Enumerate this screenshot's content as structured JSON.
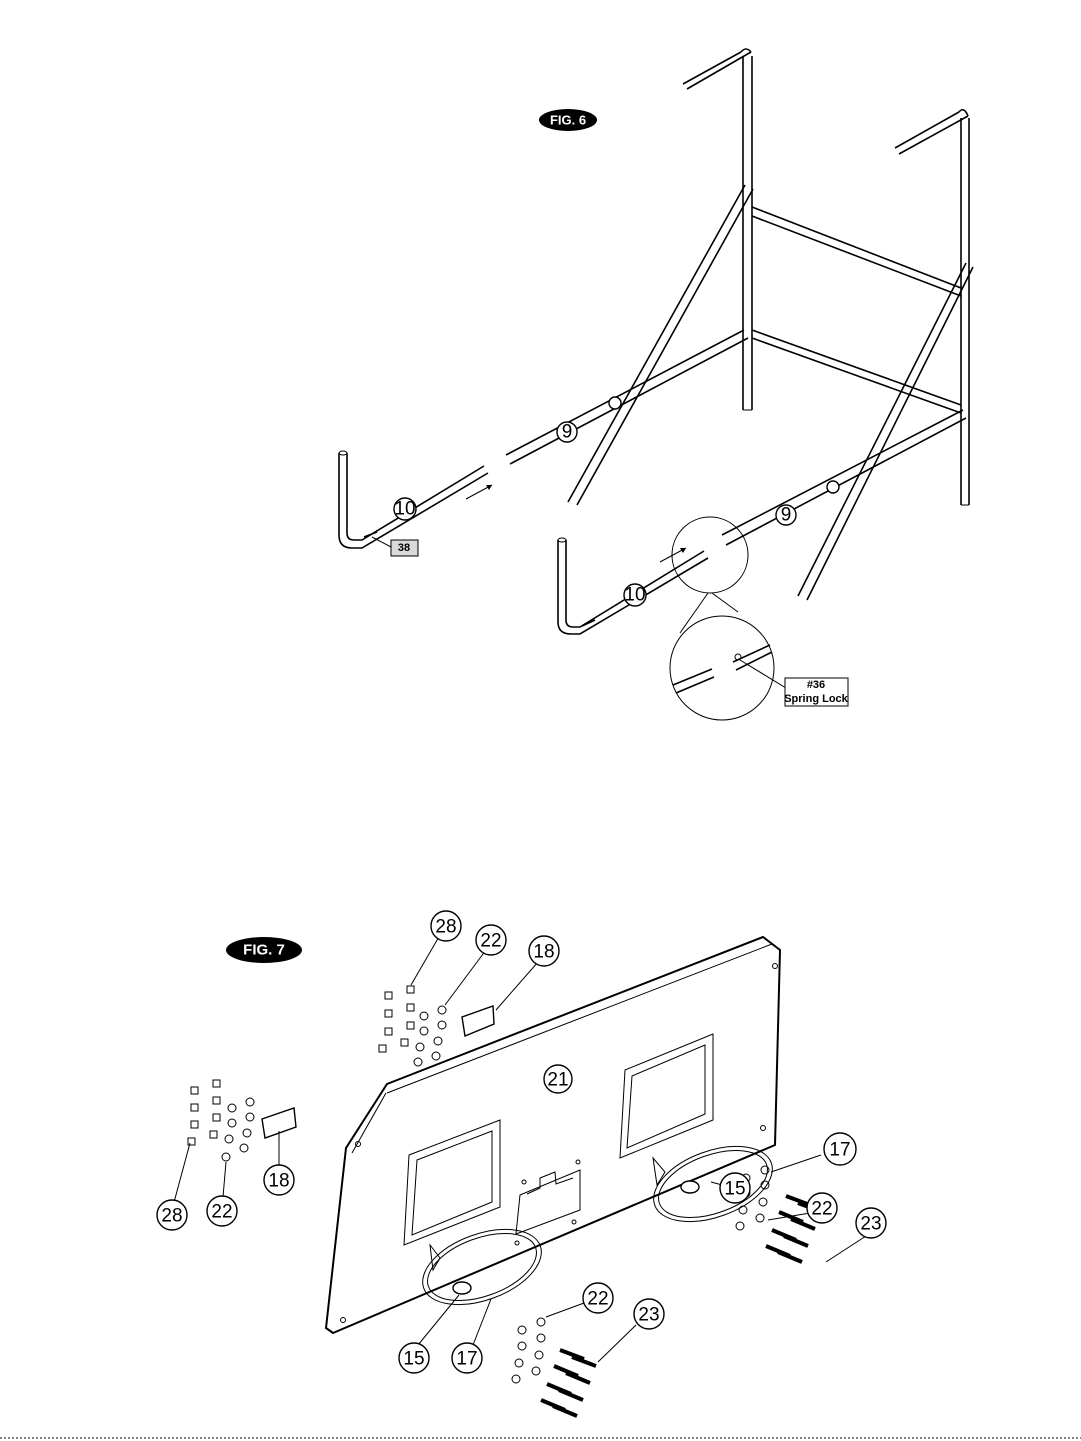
{
  "fig6": {
    "title": "FIG. 6",
    "callouts": {
      "tube_9_left": "9",
      "tube_9_right": "9",
      "tube_10_left": "10",
      "tube_10_right": "10"
    },
    "part_38_label": "38",
    "spring_lock_part": "#36",
    "spring_lock_name": "Spring Lock"
  },
  "fig7": {
    "title": "FIG. 7",
    "callouts": {
      "backboard": "21",
      "hardware_top_nut": "28",
      "hardware_top_washer": "22",
      "hardware_top_plate": "18",
      "hardware_left_plate": "18",
      "hardware_left_nut": "28",
      "hardware_left_washer": "22",
      "rim_right": "17",
      "net_ring_right": "15",
      "washer_right": "22",
      "bolt_right": "23",
      "washer_bottom": "22",
      "bolt_bottom": "23",
      "net_ring_left": "15",
      "rim_left": "17"
    }
  }
}
